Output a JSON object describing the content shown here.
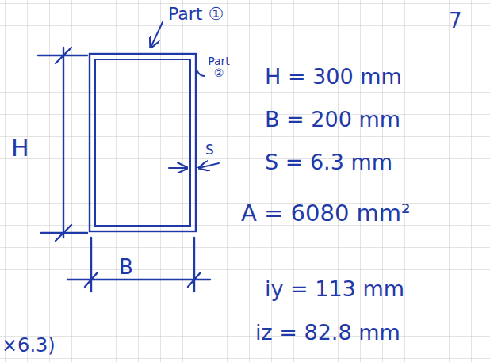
{
  "diagram": {
    "labels": [
      "Part ①",
      "7",
      "Part ②",
      "H = 300 mm",
      "B = 200 mm",
      "S = 6.3 mm",
      "A = 6080 mm²",
      "iy = 113 mm",
      "iz = 82.8 mm",
      "H",
      "S",
      "B",
      "×6.3)"
    ]
  }
}
